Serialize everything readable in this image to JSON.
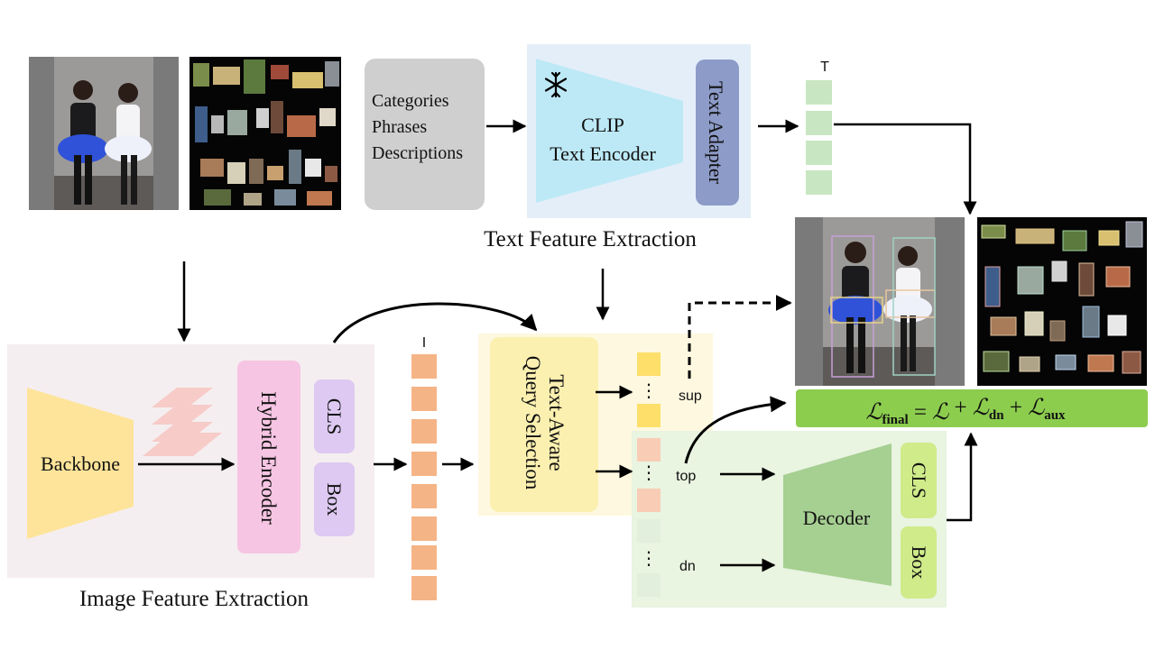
{
  "colors": {
    "text_bg": "#e4eef9",
    "input_gray": "#cfcfcf",
    "clip_cyan": "#bde9f6",
    "adapter": "#8d9bc8",
    "token_green": "#c8e6c1",
    "image_bg": "#f5eef0",
    "backbone": "#fde49a",
    "encoder_pink": "#f6c5e3",
    "head_purple": "#ddc9f1",
    "token_orange": "#f5b486",
    "token_yellow": "#fedf6a",
    "query_region": "#fdf8df",
    "query_box": "#fcf0b0",
    "decoder_region": "#e9f4e1",
    "decoder": "#a6cf92",
    "decoder_head": "#cfeb8a",
    "loss_bar": "#8ccd4e",
    "dn_token": "#e3efdd"
  },
  "icons": {
    "frozen": "snowflake-icon"
  },
  "text": {
    "input_types": [
      "Categories",
      "Phrases",
      "Descriptions"
    ],
    "clip_encoder": [
      "CLIP",
      "Text Encoder"
    ],
    "text_adapter": "Text Adapter",
    "text_token_label": "T",
    "text_section": "Text Feature Extraction",
    "backbone": "Backbone",
    "hybrid_encoder": "Hybrid Encoder",
    "encoder_cls": "CLS",
    "encoder_box": "Box",
    "image_token_label": "I",
    "image_section": "Image Feature Extraction",
    "query_selection": [
      "Text-Aware",
      "Query Selection"
    ],
    "sup": "sup",
    "top": "top",
    "dn": "dn",
    "dots": "⋮",
    "decoder": "Decoder",
    "decoder_cls": "CLS",
    "decoder_box": "Box"
  },
  "loss": {
    "lhs": "final",
    "terms": [
      "",
      "dn",
      "aux"
    ]
  }
}
